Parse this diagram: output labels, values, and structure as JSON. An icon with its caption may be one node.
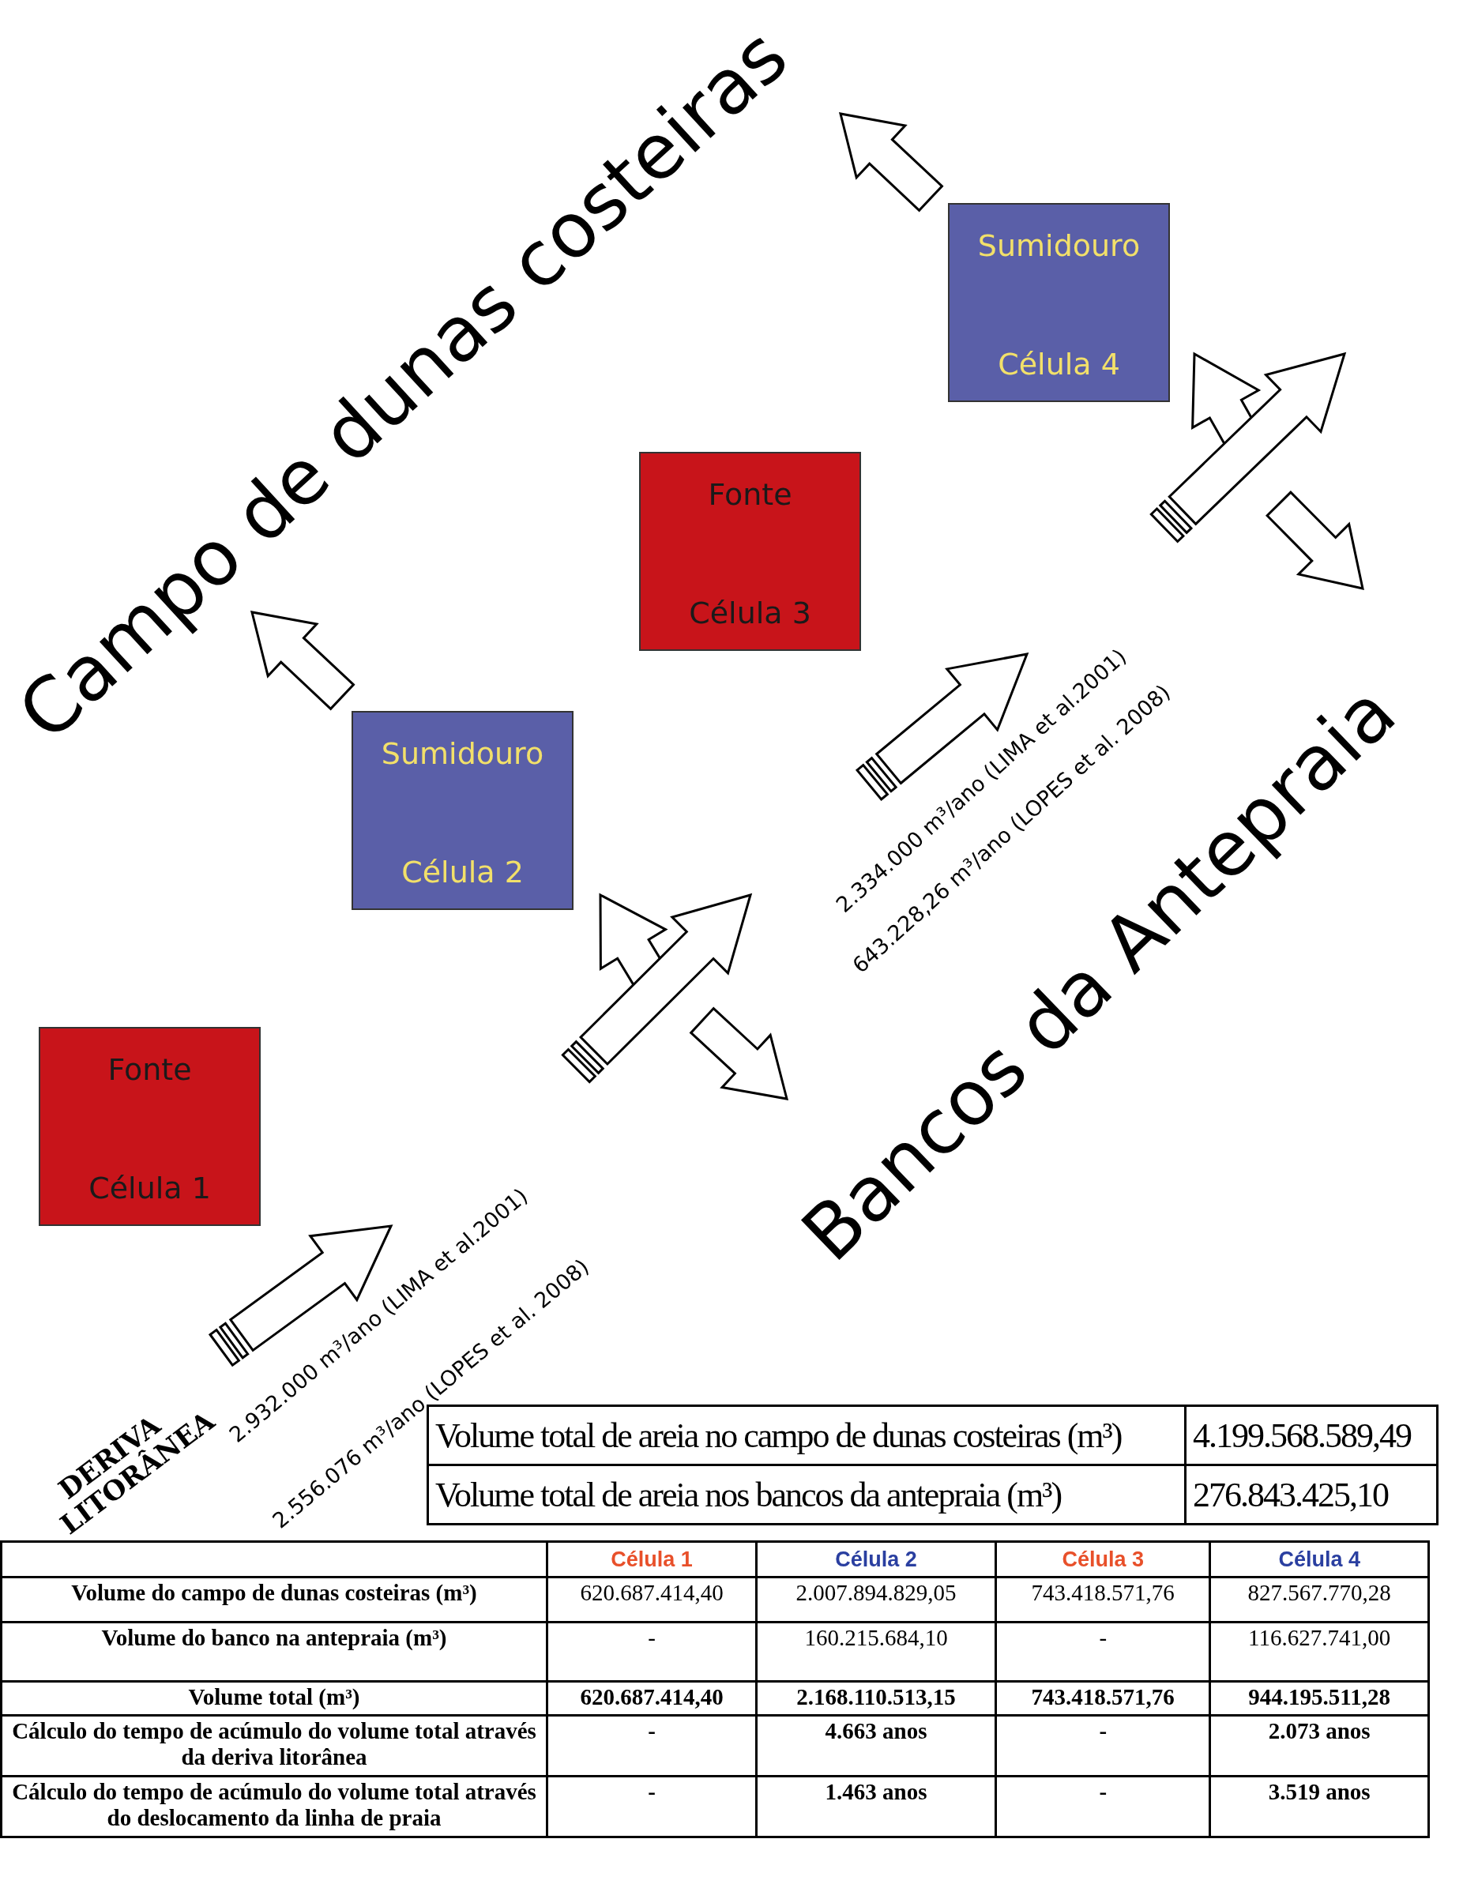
{
  "diagram": {
    "nodes": [
      {
        "text": [
          "Fonte",
          "Célula 1"
        ]
      },
      {
        "text": [
          "Sumidouro",
          "Célula 2"
        ]
      },
      {
        "text": [
          "Fonte",
          "Célula 3"
        ]
      },
      {
        "text": [
          "Sumidouro",
          "Célula 4"
        ]
      }
    ],
    "labels": [
      "Campo de dunas costeiras",
      "2.334.000 m³/ano (LIMA et al.2001)",
      "643.228,26 m³/ano (LOPES et al. 2008)",
      "Bancos da Antepraia",
      "2.932.000 m³/ano (LIMA et al.2001)",
      "2.556.076 m³/ano (LOPES et al. 2008)",
      "DERIVA LITORÂNEA",
      "Volume total de areia no campo de dunas costeiras (m³)",
      "4.199.568.589,49",
      "Volume total de areia nos bancos da antepraia (m³)",
      "276.843.425,10",
      "Célula 1",
      "Célula 2",
      "Célula 3",
      "Célula 4",
      "Volume do campo de dunas costeiras (m³)",
      "620.687.414,40",
      "2.007.894.829,05",
      "743.418.571,76",
      "827.567.770,28",
      "Volume do banco na antepraia (m³)",
      "-",
      "160.215.684,10",
      "-",
      "116.627.741,00",
      "Volume total (m³)",
      "620.687.414,40",
      "2.168.110.513,15",
      "743.418.571,76",
      "944.195.511,28",
      "Cálculo do tempo de acúmulo do volume total através da deriva litorânea",
      "-",
      "4.663 anos",
      "-",
      "2.073 anos",
      "Cálculo do tempo de acúmulo do volume total através do deslocamento da linha de praia",
      "-",
      "1.463 anos",
      "-",
      "3.519 anos"
    ]
  }
}
